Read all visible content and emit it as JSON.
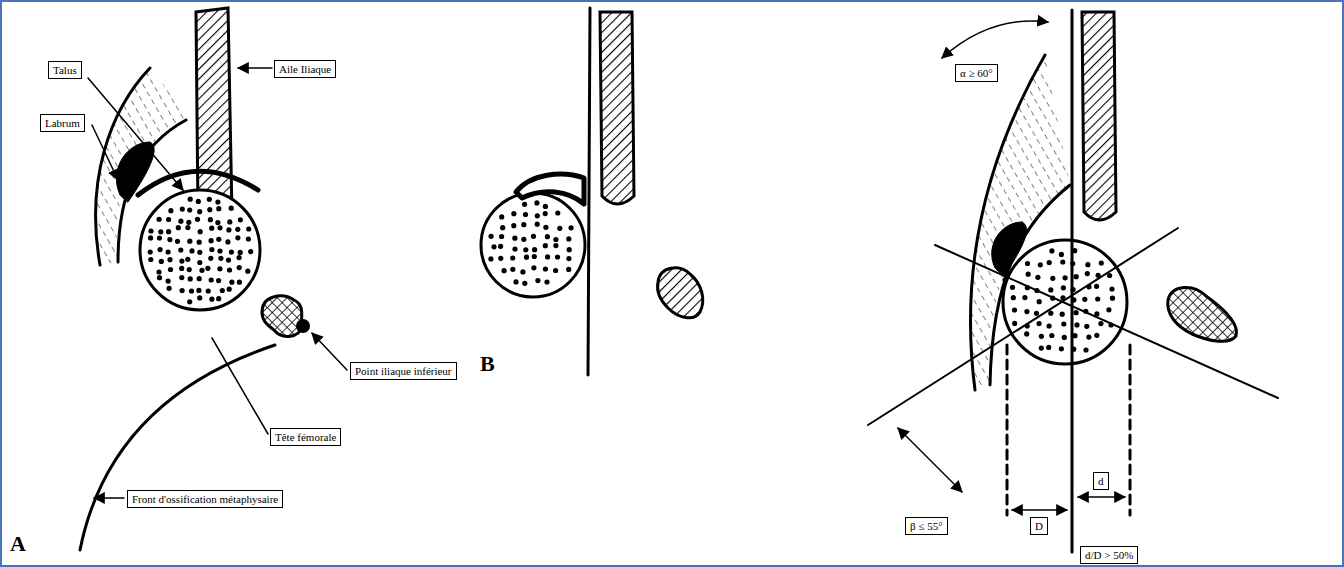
{
  "diagram": {
    "nodes": [
      {
        "text": [
          "Talus"
        ]
      },
      {
        "text": [
          "Aile Iliaque"
        ]
      },
      {
        "text": [
          "Labrum"
        ]
      },
      {
        "text": [
          "Point iliaque inférieur"
        ]
      },
      {
        "text": [
          "Tête fémorale"
        ]
      },
      {
        "text": [
          "Front d'ossification métaphysaire"
        ]
      },
      {
        "text": [
          "α ≥ 60°"
        ]
      },
      {
        "text": [
          "β ≤ 55°"
        ]
      },
      {
        "text": [
          "d"
        ]
      },
      {
        "text": [
          "D"
        ]
      },
      {
        "text": [
          "d/D > 50%"
        ]
      }
    ],
    "labels": [
      "A",
      "B"
    ]
  }
}
